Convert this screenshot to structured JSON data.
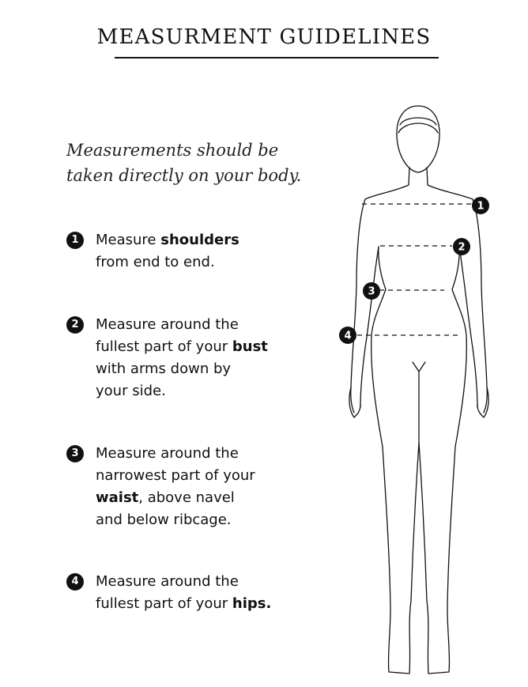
{
  "title": "MEASURMENT GUIDELINES",
  "intro": {
    "line1": "Measurements should be",
    "line2": "taken directly on your body."
  },
  "steps": [
    {
      "number": "1",
      "lines": [
        [
          {
            "text": "Measure "
          },
          {
            "text": "shoulders",
            "bold": true
          }
        ],
        [
          {
            "text": "from end to end."
          }
        ]
      ]
    },
    {
      "number": "2",
      "lines": [
        [
          {
            "text": "Measure around the"
          }
        ],
        [
          {
            "text": "fullest part of your "
          },
          {
            "text": "bust",
            "bold": true
          }
        ],
        [
          {
            "text": "with arms down by"
          }
        ],
        [
          {
            "text": "your side."
          }
        ]
      ]
    },
    {
      "number": "3",
      "lines": [
        [
          {
            "text": "Measure around the"
          }
        ],
        [
          {
            "text": "narrowest part of your"
          }
        ],
        [
          {
            "text": "waist",
            "bold": true
          },
          {
            "text": ", above navel"
          }
        ],
        [
          {
            "text": "and below ribcage."
          }
        ]
      ]
    },
    {
      "number": "4",
      "lines": [
        [
          {
            "text": "Measure around the"
          }
        ],
        [
          {
            "text": "fullest part of your "
          },
          {
            "text": "hips.",
            "bold": true
          }
        ]
      ]
    }
  ],
  "figure": {
    "markers": [
      "1",
      "2",
      "3",
      "4"
    ]
  },
  "colors": {
    "ink": "#111111",
    "background": "#ffffff"
  }
}
